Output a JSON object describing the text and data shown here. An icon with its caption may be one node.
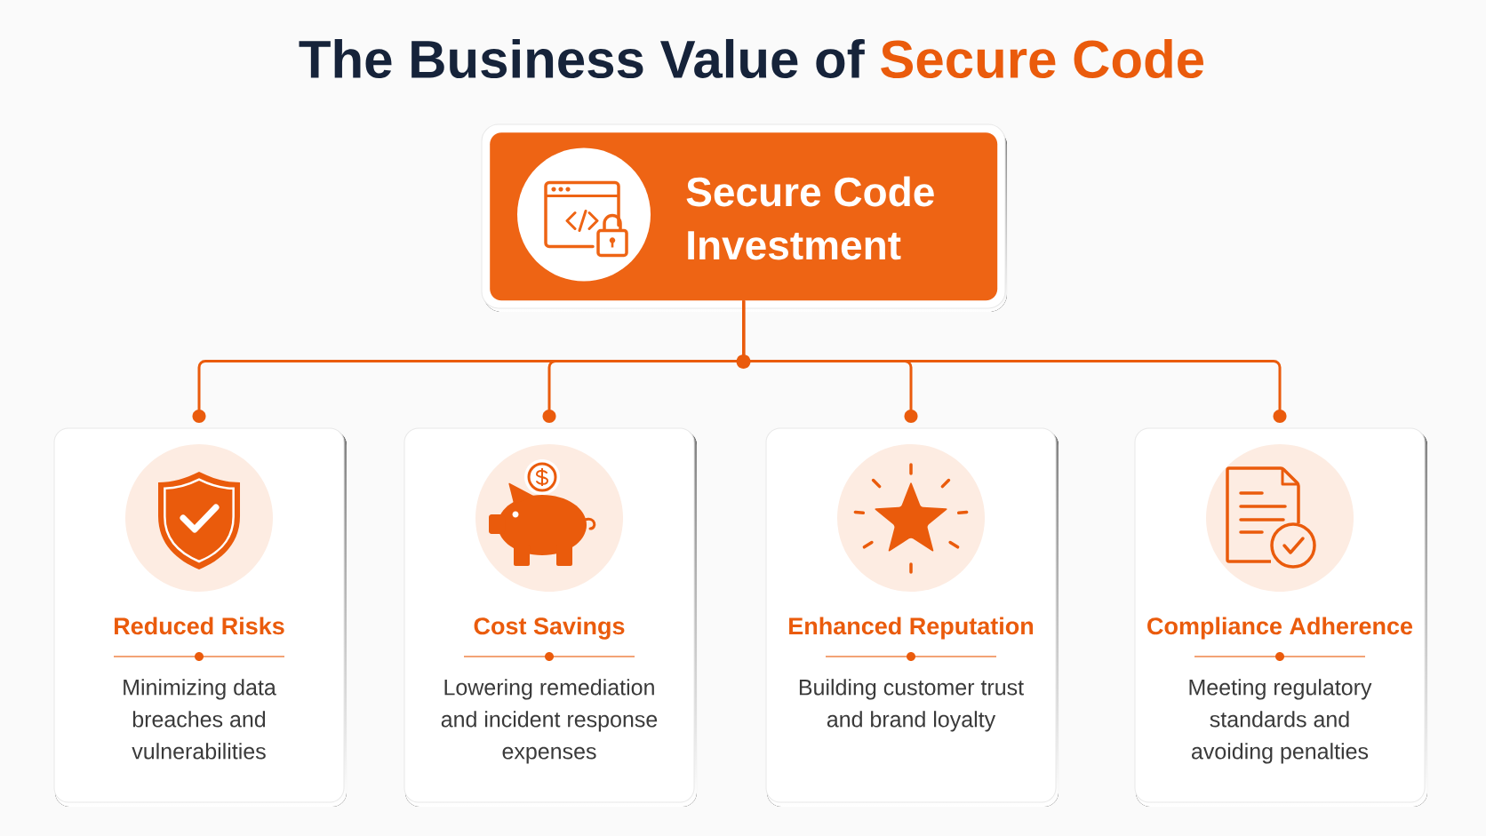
{
  "diagram": {
    "title": "The Business Value of **Secure Code**",
    "nodes": [
      {
        "text": [
          "Secure Code Investment"
        ]
      },
      {
        "text": [
          "Reduced Risks",
          "Minimizing data breaches and vulnerabilities"
        ]
      },
      {
        "text": [
          "Cost Savings",
          "Lowering remediation and incident response expenses"
        ]
      },
      {
        "text": [
          "Enhanced Reputation",
          "Building customer trust and brand loyalty"
        ]
      },
      {
        "text": [
          "Compliance Adherence",
          "Meeting regulatory standards and avoiding penalties"
        ]
      }
    ],
    "edges": [
      {
        "from": 0,
        "to": 1,
        "arrow": "other"
      },
      {
        "from": 0,
        "to": 2,
        "arrow": "other"
      },
      {
        "from": 0,
        "to": 3,
        "arrow": "other"
      },
      {
        "from": 0,
        "to": 4,
        "arrow": "other"
      }
    ]
  }
}
